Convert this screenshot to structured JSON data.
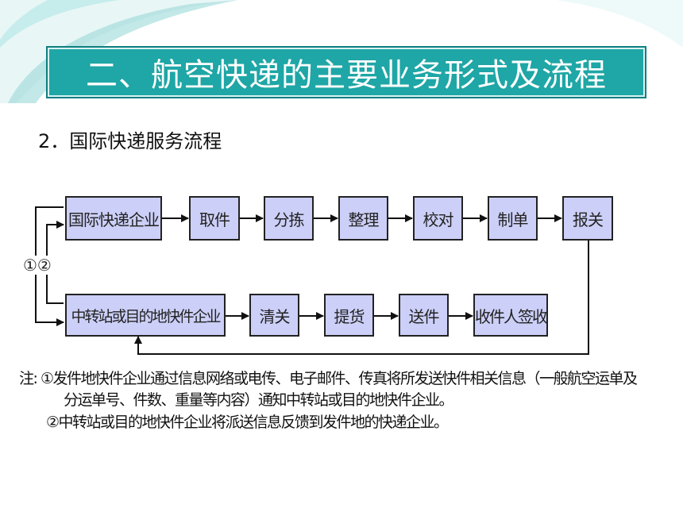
{
  "title": "二、航空快递的主要业务形式及流程",
  "subtitle": "2．国际快递服务流程",
  "flow": {
    "top_row": [
      "国际快递企业",
      "取件",
      "分拣",
      "整理",
      "校对",
      "制单",
      "报关"
    ],
    "bottom_row": [
      "中转站或目的地快件企业",
      "清关",
      "提货",
      "送件",
      "收件人签收"
    ],
    "side_label": "①②"
  },
  "notes": {
    "line1": "注: ①发件地快件企业通过信息网络或电传、电子邮件、传真将所发送快件相关信息（一般航空运单及",
    "line2": "分运单号、件数、重量等内容）通知中转站或目的地快件企业。",
    "line3": "②中转站或目的地快件企业将派送信息反馈到发件地的快递企业。"
  },
  "colors": {
    "title_bg": "#1fa6a6",
    "box_fill": "#cccff7",
    "accent_light": "#8fd3d3"
  }
}
